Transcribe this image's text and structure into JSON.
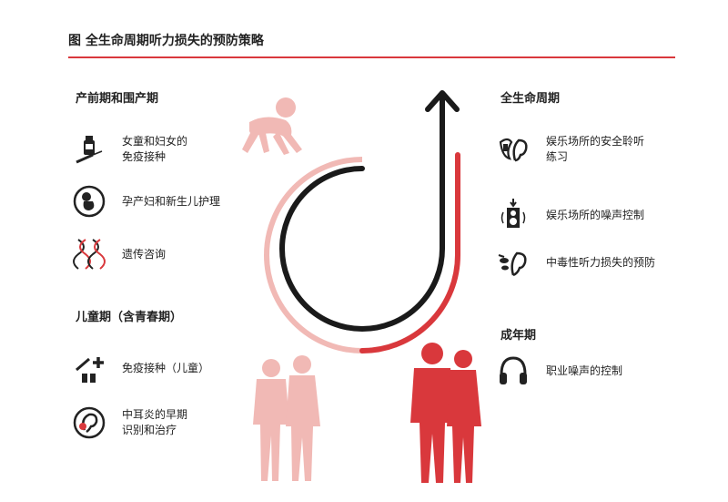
{
  "title": "图 全生命周期听力损失的预防策略",
  "colors": {
    "accent": "#d9383c",
    "pink": "#f1b9b5",
    "dark": "#1a1a1a"
  },
  "sections": {
    "prenatal": {
      "title": "产前期和围产期",
      "items": [
        {
          "icon": "vaccine-vial-syringe-icon",
          "lines": [
            "女童和妇女的",
            "免疫接种"
          ]
        },
        {
          "icon": "fetus-icon",
          "lines": [
            "孕产妇和新生儿护理"
          ]
        },
        {
          "icon": "dna-helix-icon",
          "lines": [
            "遗传咨询"
          ]
        }
      ]
    },
    "childhood": {
      "title": "儿童期（含青春期）",
      "items": [
        {
          "icon": "vaccine-syringe-plus-icon",
          "lines": [
            "免疫接种（儿童）"
          ]
        },
        {
          "icon": "ear-icon",
          "lines": [
            "中耳炎的早期",
            "识别和治疗"
          ]
        }
      ]
    },
    "lifecourse": {
      "title": "全生命周期",
      "items": [
        {
          "icon": "ear-listening-icon",
          "lines": [
            "娱乐场所的安全聆听",
            "练习"
          ]
        },
        {
          "icon": "speaker-sound-control-icon",
          "lines": [
            "娱乐场所的噪声控制"
          ]
        },
        {
          "icon": "ear-pills-icon",
          "lines": [
            "中毒性听力损失的预防"
          ]
        }
      ]
    },
    "adulthood": {
      "title": "成年期",
      "items": [
        {
          "icon": "headphones-icon",
          "lines": [
            "职业噪声的控制"
          ]
        }
      ]
    }
  }
}
